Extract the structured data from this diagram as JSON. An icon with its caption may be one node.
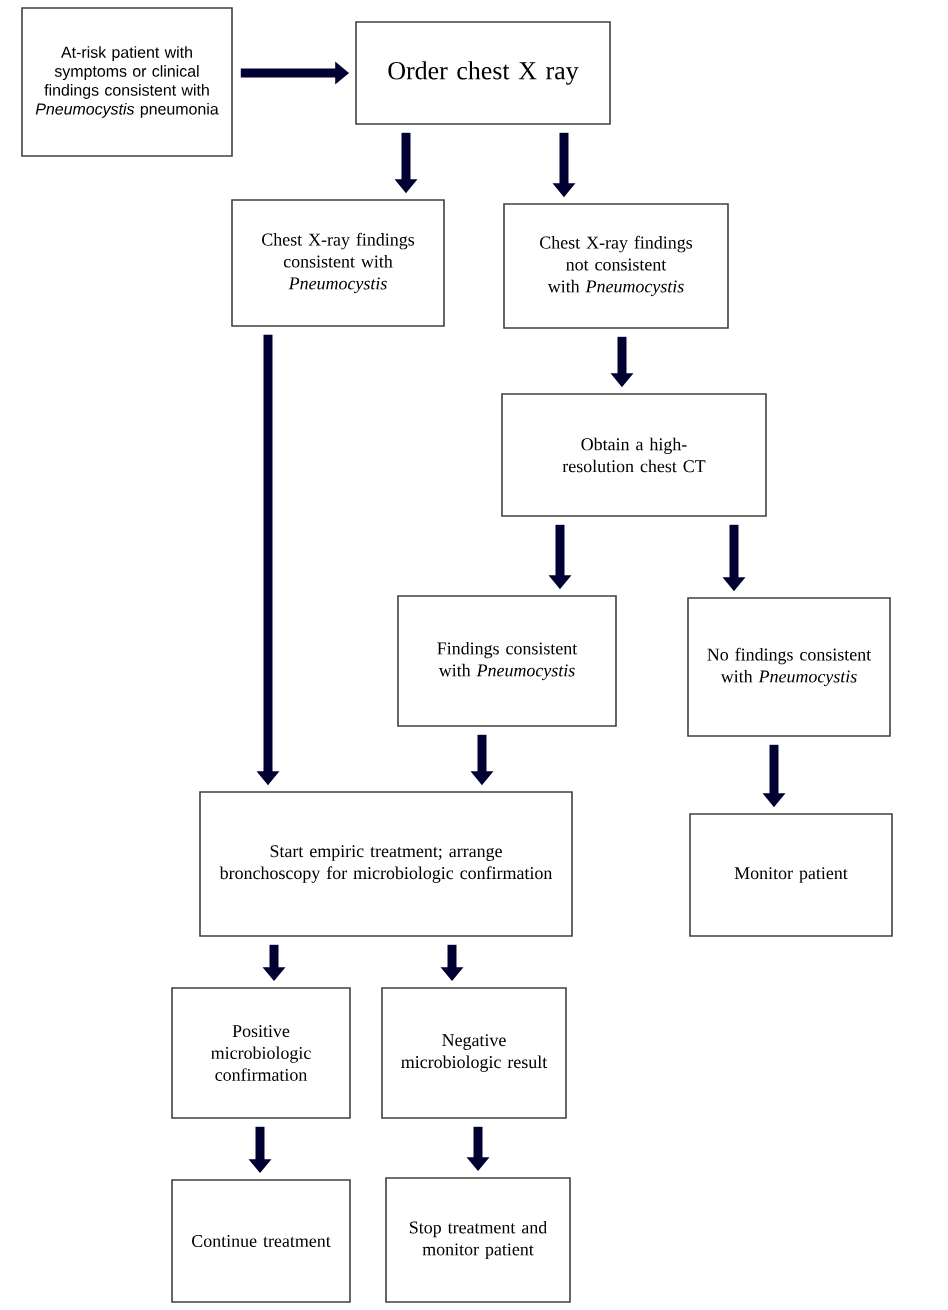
{
  "diagram": {
    "nodes": [
      {
        "text": [
          "At-risk patient with symptoms or clinical findings consistent with *Pneumocystis* pneumonia"
        ]
      },
      {
        "text": [
          "Order chest X ray"
        ]
      },
      {
        "text": [
          "Chest X-ray findings consistent with *Pneumocystis*"
        ]
      },
      {
        "text": [
          "Chest X-ray findings not consistent with *Pneumocystis*"
        ]
      },
      {
        "text": [
          "Obtain a high-resolution chest CT"
        ]
      },
      {
        "text": [
          "Findings consistent with *Pneumocystis*"
        ]
      },
      {
        "text": [
          "No findings consistent with *Pneumocystis*"
        ]
      },
      {
        "text": [
          "Start empiric treatment; arrange bronchoscopy for microbiologic confirmation"
        ]
      },
      {
        "text": [
          "Monitor patient"
        ]
      },
      {
        "text": [
          "Positive microbiologic confirmation"
        ]
      },
      {
        "text": [
          "Negative microbiologic result"
        ]
      },
      {
        "text": [
          "Continue treatment"
        ]
      },
      {
        "text": [
          "Stop treatment and monitor patient"
        ]
      }
    ],
    "edges": [
      {
        "from": 0,
        "to": 1,
        "arrow": "to"
      },
      {
        "from": 1,
        "to": 2,
        "arrow": "to"
      },
      {
        "from": 1,
        "to": 3,
        "arrow": "to"
      },
      {
        "from": 2,
        "to": 7,
        "arrow": "to"
      },
      {
        "from": 3,
        "to": 4,
        "arrow": "to"
      },
      {
        "from": 4,
        "to": 5,
        "arrow": "to"
      },
      {
        "from": 4,
        "to": 6,
        "arrow": "to"
      },
      {
        "from": 5,
        "to": 7,
        "arrow": "to"
      },
      {
        "from": 6,
        "to": 8,
        "arrow": "to"
      },
      {
        "from": 7,
        "to": 9,
        "arrow": "to"
      },
      {
        "from": 7,
        "to": 10,
        "arrow": "to"
      },
      {
        "from": 9,
        "to": 11,
        "arrow": "to"
      },
      {
        "from": 10,
        "to": 12,
        "arrow": "to"
      }
    ]
  }
}
